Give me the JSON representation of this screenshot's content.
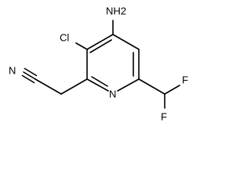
{
  "molecule": {
    "atoms": {
      "amine": "NH2",
      "chloro": "Cl",
      "nitrile_n": "N",
      "ring_n": "N",
      "fluoro_1": "F",
      "fluoro_2": "F"
    },
    "bonds": [
      {
        "name": "ring-bond-c4-c3",
        "order": 2
      },
      {
        "name": "ring-bond-c3-c2",
        "order": 1
      },
      {
        "name": "ring-bond-c2-n1",
        "order": 2
      },
      {
        "name": "ring-bond-n1-c6",
        "order": 1
      },
      {
        "name": "ring-bond-c6-c5",
        "order": 2
      },
      {
        "name": "ring-bond-c5-c4",
        "order": 1
      },
      {
        "name": "bond-c4-nh2",
        "order": 1
      },
      {
        "name": "bond-c3-cl",
        "order": 1
      },
      {
        "name": "bond-c2-ch2",
        "order": 1
      },
      {
        "name": "bond-ch2-cn",
        "order": 1
      },
      {
        "name": "bond-nitrile",
        "order": 3
      },
      {
        "name": "bond-c6-chf2",
        "order": 1
      },
      {
        "name": "bond-chf2-f1",
        "order": 1
      },
      {
        "name": "bond-chf2-f2",
        "order": 1
      }
    ]
  }
}
